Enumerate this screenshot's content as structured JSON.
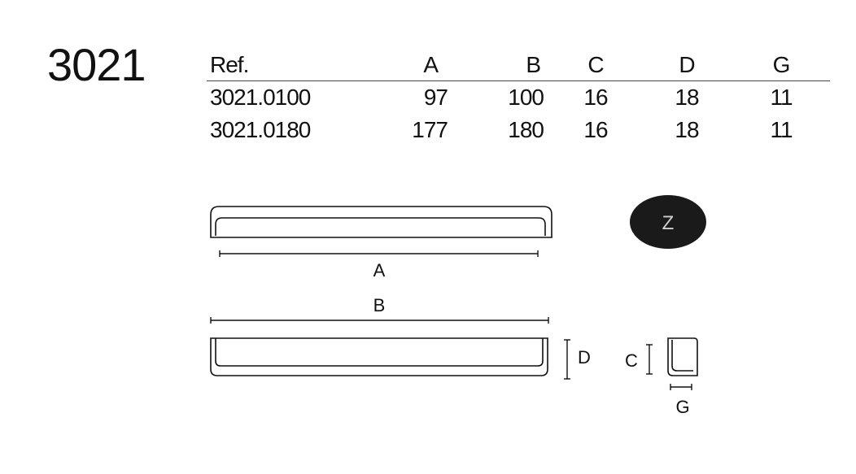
{
  "model": "3021",
  "table": {
    "headers": [
      "Ref.",
      "A",
      "B",
      "C",
      "D",
      "G"
    ],
    "rows": [
      [
        "3021.0100",
        "97",
        "100",
        "16",
        "18",
        "11"
      ],
      [
        "3021.0180",
        "177",
        "180",
        "16",
        "18",
        "11"
      ]
    ]
  },
  "dimensions": {
    "a_label": "A",
    "b_label": "B",
    "c_label": "C",
    "d_label": "D",
    "g_label": "G"
  },
  "finish_badge": {
    "label": "Z",
    "color": "#1a1a1a"
  }
}
